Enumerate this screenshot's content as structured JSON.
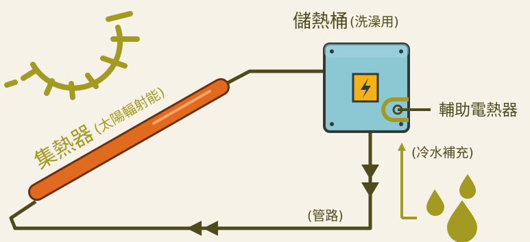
{
  "labels": {
    "tank_main": "儲熱桶",
    "tank_sub": "(洗澡用)",
    "collector_main": "集熱器",
    "collector_sub": "(太陽輻射能)",
    "heater": "輔助電熱器",
    "cold_water": "(冷水補充)",
    "pipe": "(管路)"
  },
  "colors": {
    "background": "#f6f2e8",
    "pipe": "#4e4a1c",
    "accent_olive": "#a39a22",
    "tank_body": "#8cc8d4",
    "tank_border": "#2f3a3c",
    "collector": "#e06a1e",
    "bolt": "#f3b21a"
  },
  "icons": [
    "sun-icon",
    "electric-bolt-icon",
    "heating-coil-icon",
    "water-drop-icon"
  ]
}
